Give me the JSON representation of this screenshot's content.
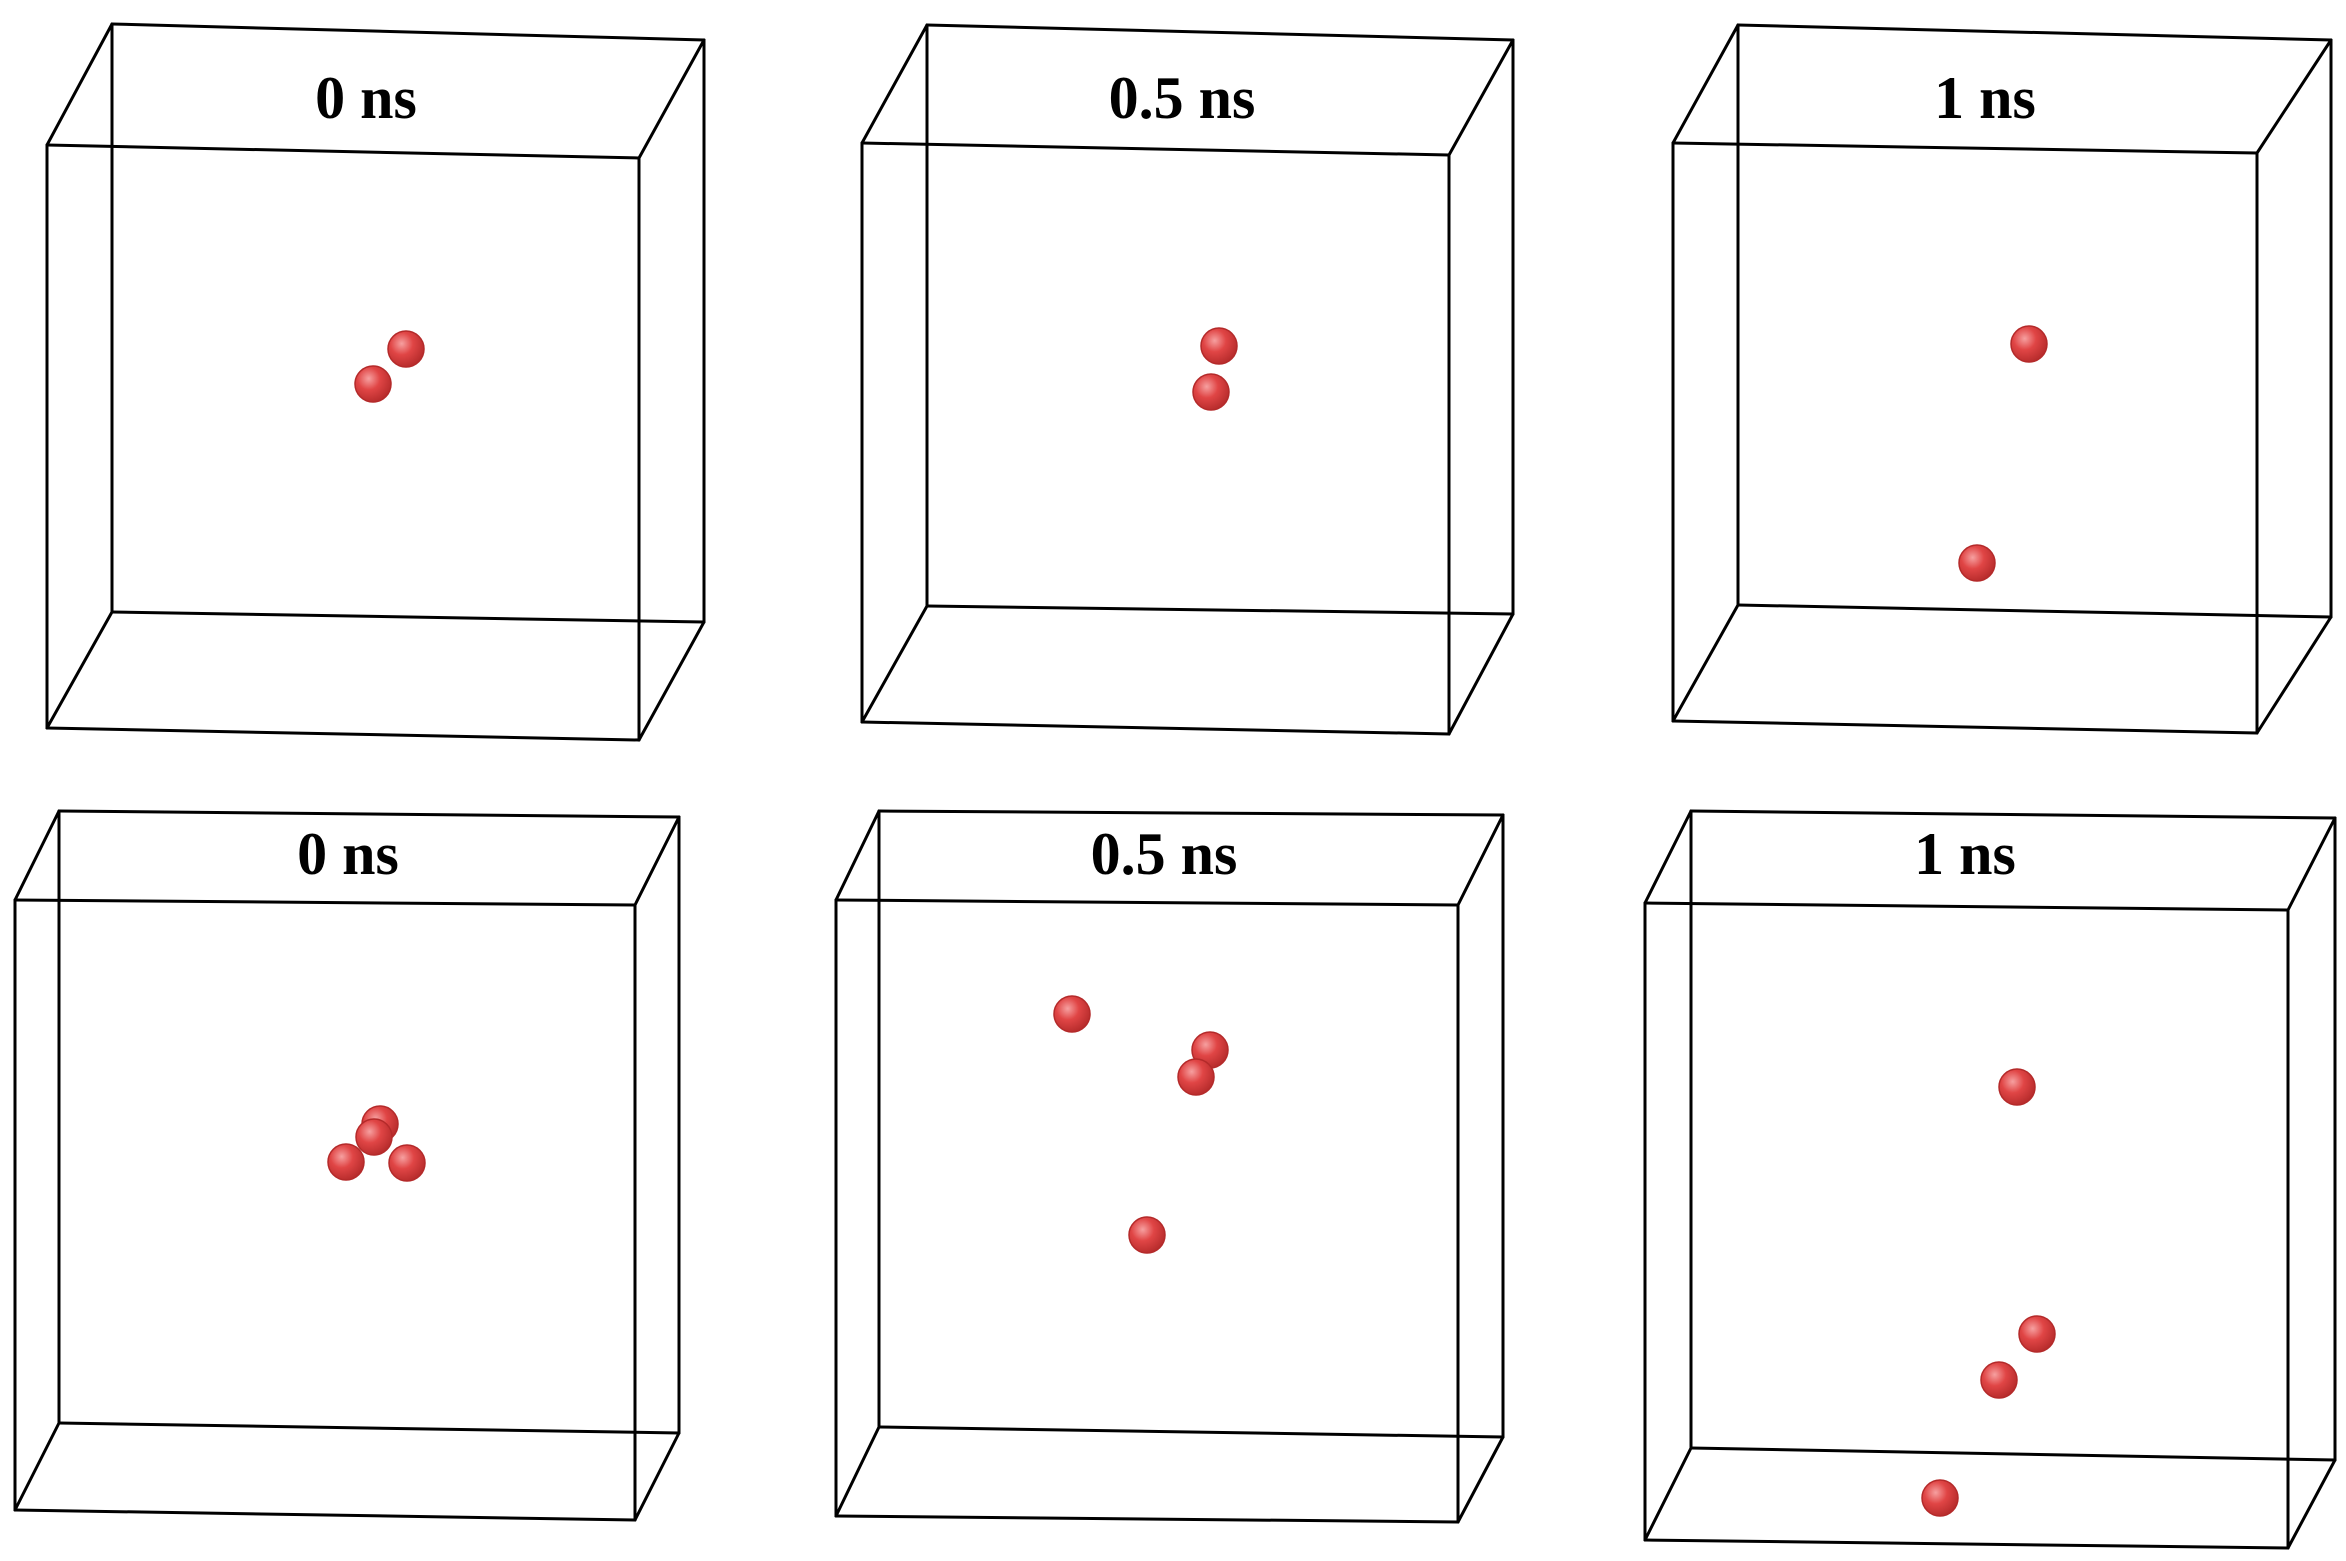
{
  "figure": {
    "colors": {
      "box_edge": "#000000",
      "sphere": "#e04545",
      "sphere_dark": "#b42a2a",
      "sphere_light": "#f6a0a0",
      "background": "#ffffff"
    },
    "panels": [
      {
        "id": "row1-col1",
        "label": "0 ns"
      },
      {
        "id": "row1-col2",
        "label": "0.5 ns"
      },
      {
        "id": "row1-col3",
        "label": "1 ns"
      },
      {
        "id": "row2-col1",
        "label": "0 ns"
      },
      {
        "id": "row2-col2",
        "label": "0.5 ns"
      },
      {
        "id": "row2-col3",
        "label": "1 ns"
      }
    ]
  }
}
